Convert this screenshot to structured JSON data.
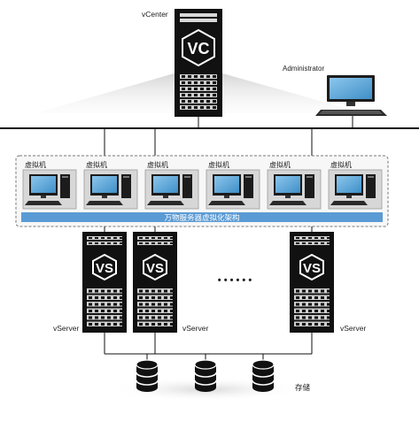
{
  "vcenter": {
    "label": "vCenter",
    "logo_text": "VC"
  },
  "administrator": {
    "label": "Administrator"
  },
  "vm_group": {
    "vm_label": "虚拟机",
    "vms": [
      "虚拟机",
      "虚拟机",
      "虚拟机",
      "虚拟机",
      "虚拟机",
      "虚拟机"
    ],
    "banner": "万物服务器虚拟化架构",
    "banner_color": "#5b9bd5"
  },
  "servers": [
    {
      "label": "vServer",
      "logo_text": "VS"
    },
    {
      "label": "vServer",
      "logo_text": "VS"
    },
    {
      "label": "vServer",
      "logo_text": "VS"
    }
  ],
  "ellipsis": "• • • • • •",
  "storage": {
    "label": "存储",
    "disk_count": 3
  },
  "colors": {
    "screen": "#5fa8d9",
    "server": "#111111",
    "accent": "#5b9bd5"
  }
}
